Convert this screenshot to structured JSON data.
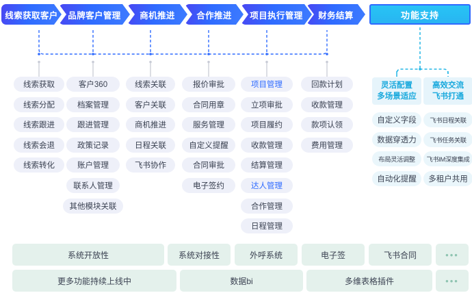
{
  "colors": {
    "flow_blue": "#2f6bff",
    "flow_purple": "#4a46f2",
    "support_cyan": "#29c2f5",
    "chip_bg": "#eef0f9",
    "chip_cyan_bg": "#eaf6fb",
    "accent_text": "#2f6bff",
    "cyan_text": "#1aa9dd",
    "bar_bg": "#e4f1ec",
    "wire_blue": "#2f6bff",
    "wire_cyan": "#23b6e6",
    "wire_gray": "#c9ccd6"
  },
  "flow": {
    "steps": [
      {
        "label": "线索获取客户"
      },
      {
        "label": "品牌客户管理"
      },
      {
        "label": "商机推进"
      },
      {
        "label": "合作推进"
      },
      {
        "label": "项目执行管理"
      },
      {
        "label": "财务结算"
      }
    ],
    "support": {
      "label": "功能支持"
    }
  },
  "columns": [
    {
      "name": "lead-acquisition",
      "items": [
        "线索获取",
        "线索分配",
        "线索跟进",
        "线索会退",
        "线索转化"
      ]
    },
    {
      "name": "brand-customer",
      "items": [
        "客户360",
        "档案管理",
        "跟进管理",
        "政策记录",
        "账户管理",
        "联系人管理",
        "其他模块关联"
      ]
    },
    {
      "name": "opportunity",
      "items": [
        "线索关联",
        "客户关联",
        "商机推进",
        "日程关联",
        "飞书协作"
      ]
    },
    {
      "name": "cooperation",
      "items": [
        "报价审批",
        "合同用章",
        "服务管理",
        "自定义提醒",
        "合同审批",
        "电子签约"
      ]
    },
    {
      "name": "project-execution",
      "items": [
        "项目管理",
        "立项审批",
        "项目履约",
        "收款管理",
        "结算管理",
        "达人管理",
        "合作管理",
        "日程管理"
      ],
      "accent_indexes": [
        0,
        5
      ]
    },
    {
      "name": "finance-settlement",
      "items": [
        "回款计划",
        "收款管理",
        "款项认领",
        "费用管理"
      ]
    }
  ],
  "support_columns": [
    {
      "name": "flexible-config",
      "title_line1": "灵活配置",
      "title_line2": "多场景适应",
      "items": [
        "自定义字段",
        "数据穿透力",
        "布局灵活调整",
        "自动化提醒"
      ],
      "tiny_indexes": [
        2
      ]
    },
    {
      "name": "efficient-communication",
      "title_line1": "高效交流",
      "title_line2": "飞书打通",
      "items": [
        "飞书日程关联",
        "飞书任务关联",
        "飞书IM深度集成",
        "多租户共用"
      ],
      "tiny_indexes": [
        0,
        1,
        2
      ]
    }
  ],
  "bottom": {
    "row1": [
      {
        "label": "系统开放性",
        "type": "text"
      },
      {
        "label": "系统对接性",
        "type": "text"
      },
      {
        "label": "外呼系统",
        "type": "text"
      },
      {
        "label": "电子签",
        "type": "text"
      },
      {
        "label": "飞书合同",
        "type": "text"
      },
      {
        "label": "•••",
        "type": "dots"
      }
    ],
    "row2": [
      {
        "label": "更多功能持续上线中",
        "type": "text"
      },
      {
        "label": "数据bi",
        "type": "text"
      },
      {
        "label": "多维表格插件",
        "type": "text"
      },
      {
        "label": "•••",
        "type": "dots"
      }
    ]
  }
}
